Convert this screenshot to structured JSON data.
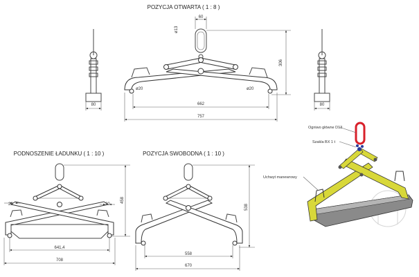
{
  "views": {
    "open": {
      "title": "POZYCJA OTWARTA ( 1 : 8 )",
      "dim_ring_width": "60",
      "dim_ring_dia": "ø13",
      "dim_height": "306",
      "dim_pin_left": "ø20",
      "dim_pin_right": "ø20",
      "dim_inner": "662",
      "dim_outer": "757",
      "dim_side_left": "80",
      "dim_side_right": "80"
    },
    "lifting": {
      "title": "PODNOSZENIE ŁADUNKU ( 1 : 10 )",
      "dim_left": "20",
      "dim_right": "20",
      "dim_height": "458",
      "dim_inner": "641,4",
      "dim_outer": "708"
    },
    "free": {
      "title": "POZYCJA SWOBODNA ( 1 : 10 )",
      "dim_height": "538",
      "dim_inner": "558",
      "dim_outer": "670"
    }
  },
  "iso_view": {
    "labels": {
      "main_link": "Ogniwo główne D13",
      "shackle": "Szakla BX 1 t",
      "handle": "Uchwyt manewrowy"
    },
    "colors": {
      "frame": "#d8d83a",
      "link": "#d8202a",
      "load": "#8a8a8a",
      "shackle": "#2a3a9a"
    }
  }
}
